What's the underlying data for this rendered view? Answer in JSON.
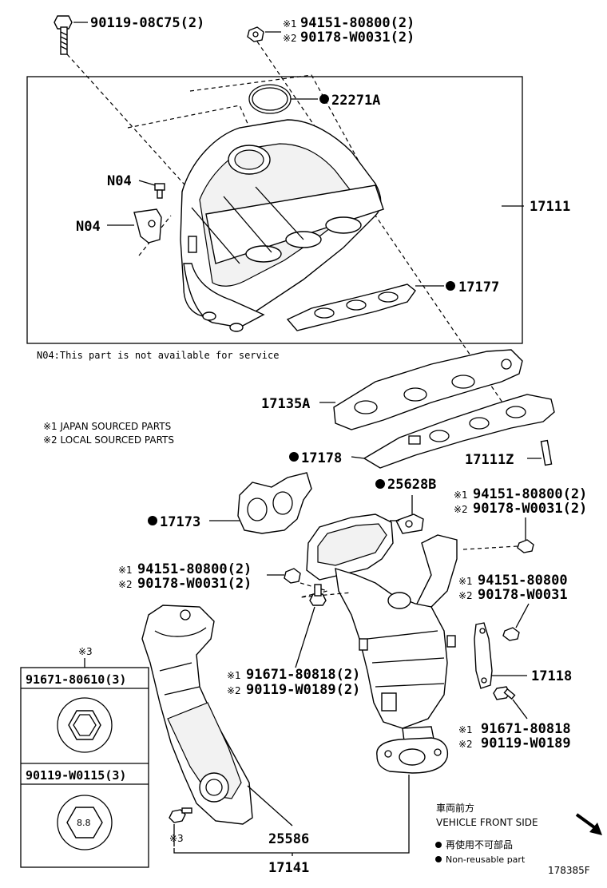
{
  "labels": {
    "bolt_top": "90119-08C75(2)",
    "nut_top_1": "94151-80800(2)",
    "nut_top_2": "90178-W0031(2)",
    "gasket_22271": "22271A",
    "n04_a": "N04",
    "n04_b": "N04",
    "manifold_17111": "17111",
    "gasket_17177": "17177",
    "n04_note": "N04:This part is not available for service",
    "insulator_17135": "17135A",
    "source_1": "※1 JAPAN SOURCED PARTS",
    "source_2": "※2 LOCAL SOURCED PARTS",
    "gasket_17178": "17178",
    "stud_17111z": "17111Z",
    "gasket_25628": "25628B",
    "nut_r1_1": "94151-80800(2)",
    "nut_r1_2": "90178-W0031(2)",
    "gasket_17173": "17173",
    "nut_l_1": "94151-80800(2)",
    "nut_l_2": "90178-W0031(2)",
    "nut_r2_1": "94151-80800",
    "nut_r2_2": "90178-W0031",
    "bolt_c_1": "91671-80818(2)",
    "bolt_c_2": "90119-W0189(2)",
    "bracket_17118": "17118",
    "bolt_r_1": "91671-80818",
    "bolt_r_2": "90119-W0189",
    "mark_3_top": "※3",
    "legend_bolt_1": "91671-80610(3)",
    "legend_bolt_2": "90119-W0115(3)",
    "bolt_head_mark": "8.8",
    "mark_3_bottom": "※3",
    "insulator_25586": "25586",
    "manifold_17141": "17141",
    "front_jp": "車両前方",
    "front_en": "VEHICLE FRONT SIDE",
    "legend_nonreuse_jp": "再使用不可部品",
    "legend_nonreuse_en": "Non-reusable part",
    "figure_code": "178385F",
    "sym_1": "※1",
    "sym_2": "※2"
  },
  "icons": [
    "bullet-non-reusable-icon",
    "front-arrow-icon",
    "hex-bolt-head-icon"
  ]
}
